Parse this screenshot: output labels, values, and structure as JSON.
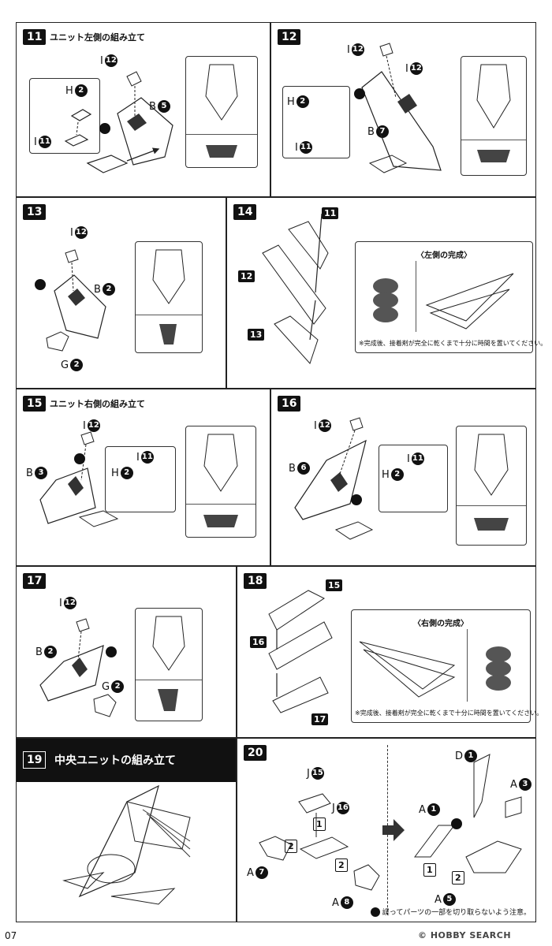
{
  "page_number": "07",
  "steps": {
    "s11": {
      "num": "11",
      "title": "ユニット左側の組み立て",
      "labels": {
        "i_top": "I",
        "i_top_n": "12",
        "h": "H",
        "h_n": "2",
        "b": "B",
        "b_n": "5",
        "i_bot": "I",
        "i_bot_n": "11"
      }
    },
    "s12": {
      "num": "12",
      "labels": {
        "i_a": "I",
        "i_a_n": "12",
        "i_b": "I",
        "i_b_n": "12",
        "h": "H",
        "h_n": "2",
        "b": "B",
        "b_n": "7",
        "i_c": "I",
        "i_c_n": "11"
      }
    },
    "s13": {
      "num": "13",
      "labels": {
        "i": "I",
        "i_n": "12",
        "b": "B",
        "b_n": "2",
        "g": "G",
        "g_n": "2"
      }
    },
    "s14": {
      "num": "14",
      "complete_title": "〈左側の完成〉",
      "note": "※完成後、接着剤が完全に乾くまで十分に時間を置いてください。",
      "refs": [
        "11",
        "12",
        "13"
      ]
    },
    "s15": {
      "num": "15",
      "title": "ユニット右側の組み立て",
      "labels": {
        "i": "I",
        "i_n": "12",
        "b": "B",
        "b_n": "3",
        "h": "H",
        "h_n": "2",
        "i2": "I",
        "i2_n": "11"
      }
    },
    "s16": {
      "num": "16",
      "labels": {
        "i": "I",
        "i_n": "12",
        "b": "B",
        "b_n": "6",
        "h": "H",
        "h_n": "2",
        "i2": "I",
        "i2_n": "11"
      }
    },
    "s17": {
      "num": "17",
      "labels": {
        "i": "I",
        "i_n": "12",
        "b": "B",
        "b_n": "2",
        "g": "G",
        "g_n": "2"
      }
    },
    "s18": {
      "num": "18",
      "complete_title": "〈右側の完成〉",
      "note": "※完成後、接着剤が完全に乾くまで十分に時間を置いてください。",
      "refs": [
        "15",
        "16",
        "17"
      ]
    },
    "s19": {
      "num": "19",
      "title": "中央ユニットの組み立て"
    },
    "s20": {
      "num": "20",
      "labels": {
        "j1": "J",
        "j1_n": "15",
        "j2": "J",
        "j2_n": "16",
        "a7": "A",
        "a7_n": "7",
        "a8": "A",
        "a8_n": "8",
        "seq1": "1",
        "seq2": "2",
        "seq3": "2",
        "d": "D",
        "d_n": "1",
        "a1": "A",
        "a1_n": "1",
        "a3": "A",
        "a3_n": "3",
        "a5": "A",
        "a5_n": "5",
        "seq4": "1",
        "seq5": "2"
      },
      "caution": "誤ってパーツの一部を切り取らないよう注意。"
    }
  },
  "watermark": "© HOBBY SEARCH"
}
